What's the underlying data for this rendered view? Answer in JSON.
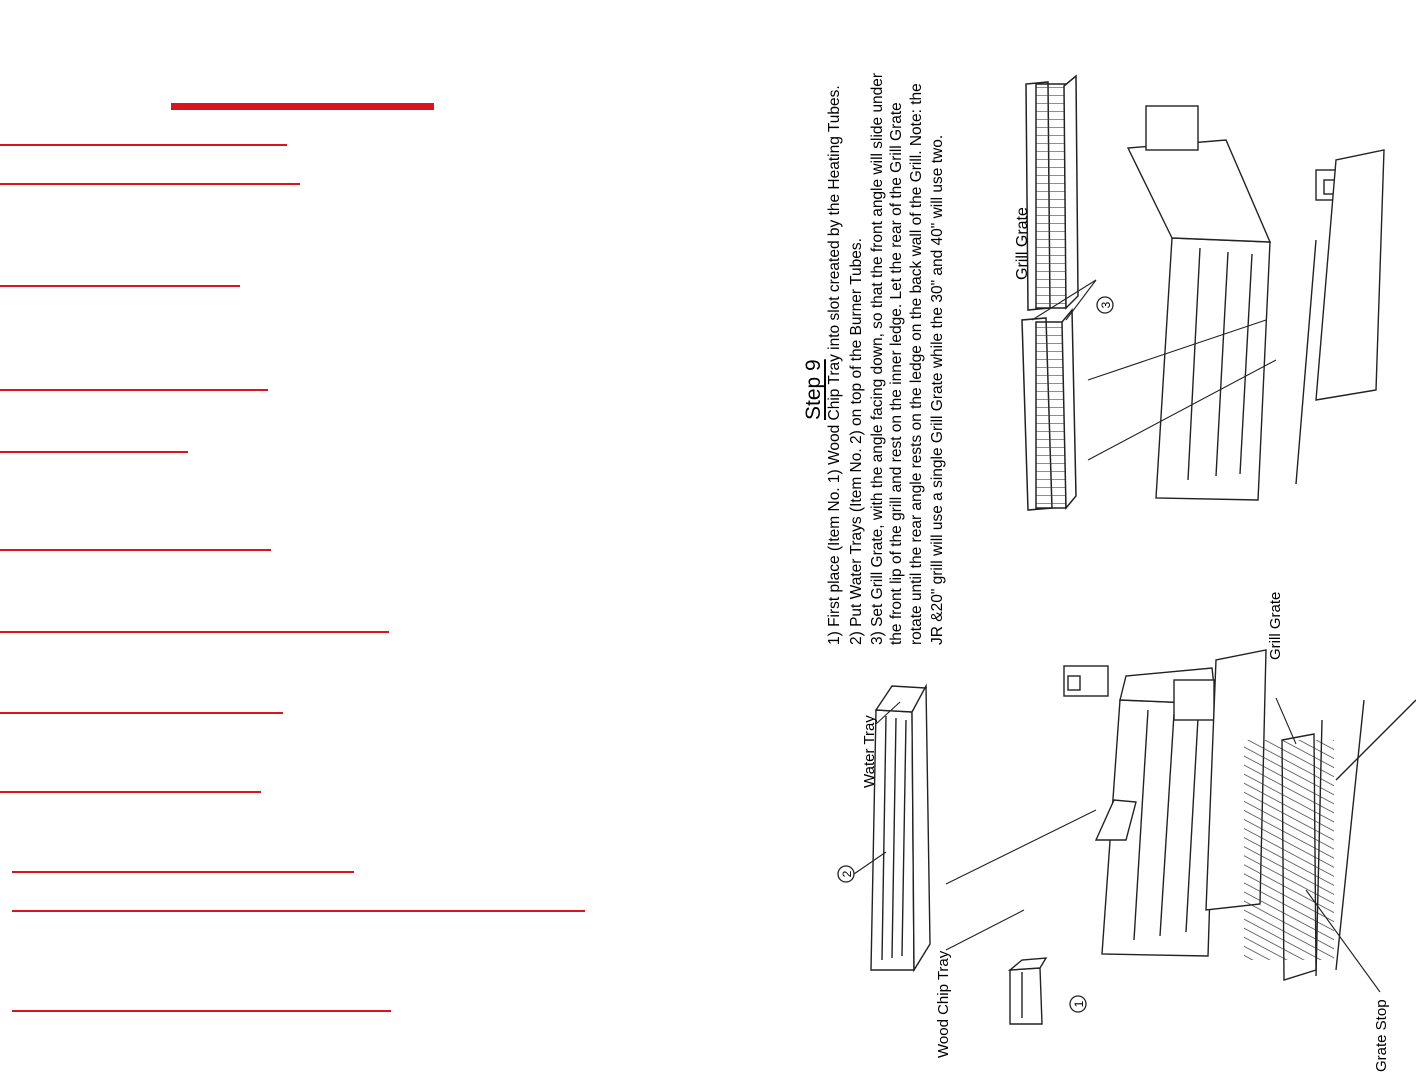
{
  "step": {
    "title": "Step 9"
  },
  "instructions": [
    "1) First place (Item No. 1) Wood Chip Tray into  slot created by the Heating Tubes.",
    "2) Put Water Trays (Item No. 2) on top of the Burner Tubes.",
    "3) Set Grill Grate, with the angle facing down, so that the front angle will slide under",
    "the front lip of the grill and  rest on the inner ledge.  Let the rear of the Grill Grate",
    "rotate until the rear angle rests on the  ledge on the back wall of the Grill.  Note: the",
    "JR &20\" grill will use a single Grill Grate while the 30\" and 40\" will use two."
  ],
  "labels": {
    "grill_grate_top": "Grill Grate",
    "callout_3": "3",
    "water_tray": "Water Tray",
    "callout_2": "2",
    "wood_chip_tray": "Wood Chip Tray",
    "callout_1": "1",
    "grill_grate_detail": "Grill Grate",
    "grate_stop": "Grate Stop"
  },
  "colors": {
    "redaction": "#d8141e",
    "ink": "#000000"
  }
}
